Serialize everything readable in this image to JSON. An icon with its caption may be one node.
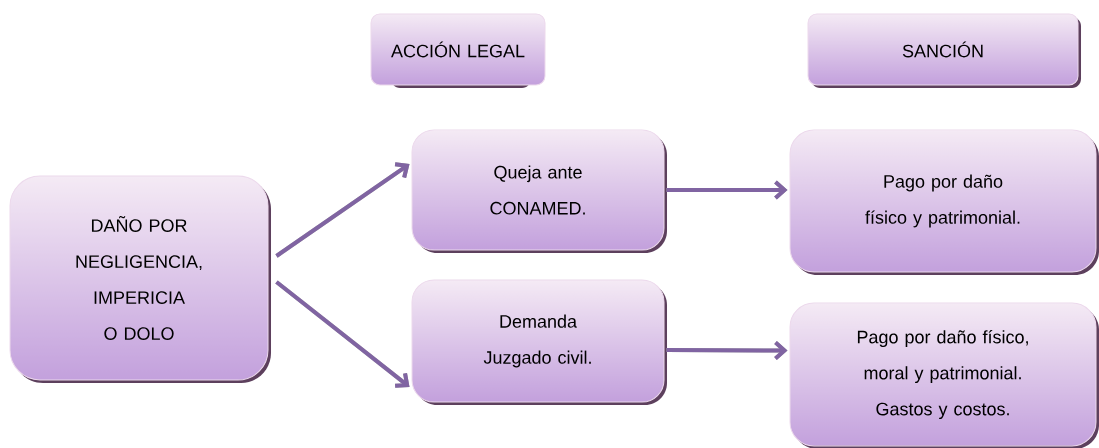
{
  "diagram": {
    "nodes": [
      {
        "text": [
          "ACCIÓN LEGAL"
        ]
      },
      {
        "text": [
          "SANCIÓN"
        ]
      },
      {
        "text": [
          "DAÑO POR NEGLIGENCIA, IMPERICIA O DOLO"
        ]
      },
      {
        "text": [
          "Queja ante CONAMED."
        ]
      },
      {
        "text": [
          "Pago por daño físico y patrimonial."
        ]
      },
      {
        "text": [
          "Demanda Juzgado civil."
        ]
      },
      {
        "text": [
          "Pago por daño físico, moral y patrimonial. Gastos y costos."
        ]
      }
    ],
    "edges": [
      {
        "from": 2,
        "to": 3,
        "arrow": "to"
      },
      {
        "from": 2,
        "to": 5,
        "arrow": "to"
      },
      {
        "from": 3,
        "to": 4,
        "arrow": "to"
      },
      {
        "from": 5,
        "to": 6,
        "arrow": "to"
      }
    ]
  }
}
